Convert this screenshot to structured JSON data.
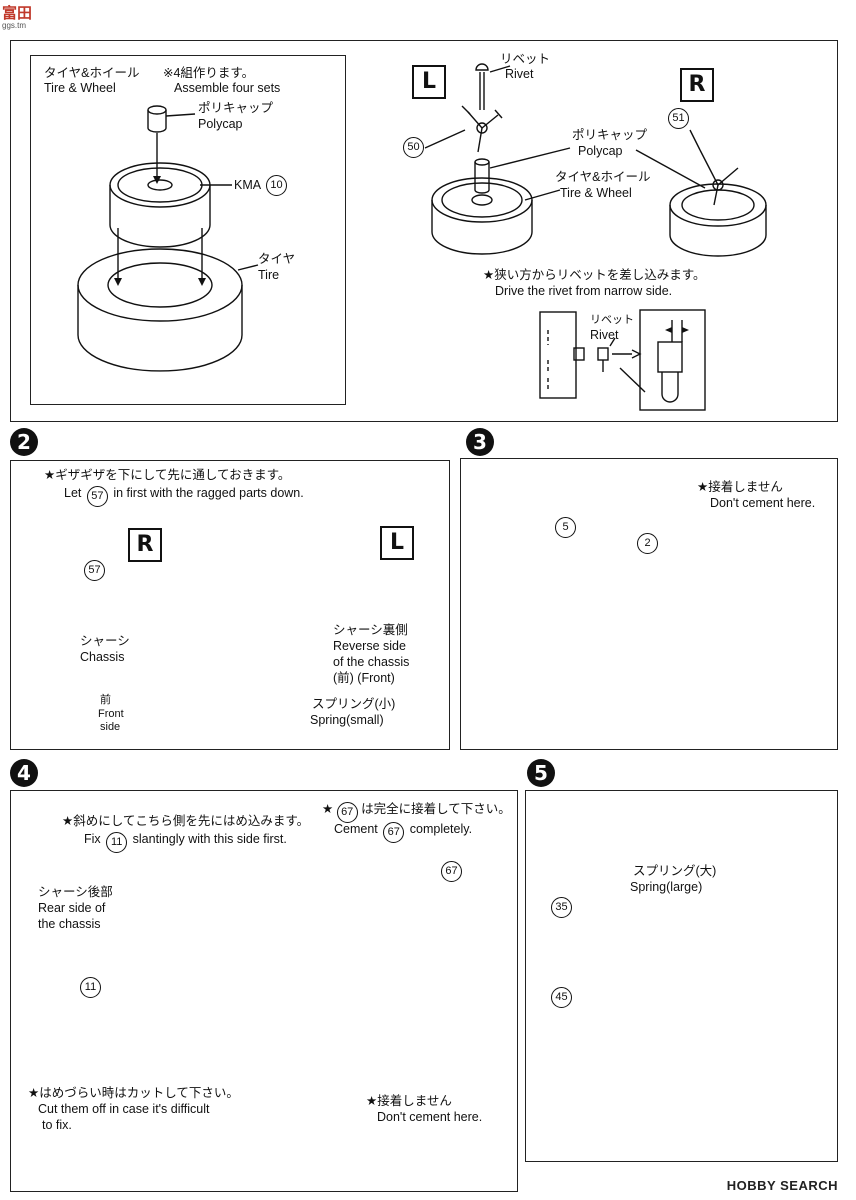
{
  "watermark_top": {
    "site": "ggs.tm",
    "brand": "富田"
  },
  "panel1": {
    "title_jp": "タイヤ&ホイール",
    "title_en": "Tire & Wheel",
    "assemble_jp": "※4組作ります。",
    "assemble_en": "Assemble four sets",
    "polycap_jp": "ポリキャップ",
    "polycap_en": "Polycap",
    "kma": "KMA",
    "kma_num": "10",
    "tire_jp": "タイヤ",
    "tire_en": "Tire"
  },
  "panel1b": {
    "left_mark": "L",
    "right_mark": "R",
    "rivet_jp": "リベット",
    "rivet_en": "Rivet",
    "part50": "50",
    "part51": "51",
    "polycap_jp": "ポリキャップ",
    "polycap_en": "Polycap",
    "tire_wheel_jp": "タイヤ&ホイール",
    "tire_wheel_en": "Tire & Wheel",
    "note_jp": "★狭い方からリベットを差し込みます。",
    "note_en": "Drive the rivet from narrow side.",
    "rivet2_jp": "リベット",
    "rivet2_en": "Rivet"
  },
  "step2": {
    "badge": "2",
    "note_jp": "★ギザギザを下にして先に通しておきます。",
    "note_en_pre": "Let",
    "note_en_part": "57",
    "note_en_post": "in first with the ragged parts down.",
    "right_mark": "R",
    "left_mark": "L",
    "part57": "57",
    "chassis_jp": "シャーシ",
    "chassis_en": "Chassis",
    "reverse_jp": "シャーシ裏側",
    "reverse_en1": "Reverse side",
    "reverse_en2": "of the chassis",
    "reverse_en3": "(前) (Front)",
    "spring_jp": "スプリング(小)",
    "spring_en": "Spring(small)",
    "front_jp": "前",
    "front_en1": "Front",
    "front_en2": "side"
  },
  "step3": {
    "badge": "3",
    "note_jp": "★接着しません",
    "note_en": "Don't cement here.",
    "part5": "5",
    "part2": "2"
  },
  "step4": {
    "badge": "4",
    "fix_jp": "★斜めにしてこちら側を先にはめ込みます。",
    "fix_en_pre": "Fix",
    "fix_en_part": "11",
    "fix_en_post": "slantingly with this  side first.",
    "cement_jp_part": "67",
    "cement_jp_post": "は完全に接着して下さい。",
    "cement_en_pre": "Cement",
    "cement_en_part": "67",
    "cement_en_post": "completely.",
    "part67": "67",
    "rear_jp": "シャーシ後部",
    "rear_en1": "Rear side of",
    "rear_en2": "the chassis",
    "part11": "11",
    "cut_jp": "★はめづらい時はカットして下さい。",
    "cut_en1": "Cut them off in case it's difficult",
    "cut_en2": "to fix.",
    "nocement_jp": "★接着しません",
    "nocement_en": "Don't cement here."
  },
  "step5": {
    "badge": "5",
    "spring_jp": "スプリング(大)",
    "spring_en": "Spring(large)",
    "part35": "35",
    "part45": "45"
  },
  "footer": {
    "logo": "HOBBY SEARCH"
  }
}
